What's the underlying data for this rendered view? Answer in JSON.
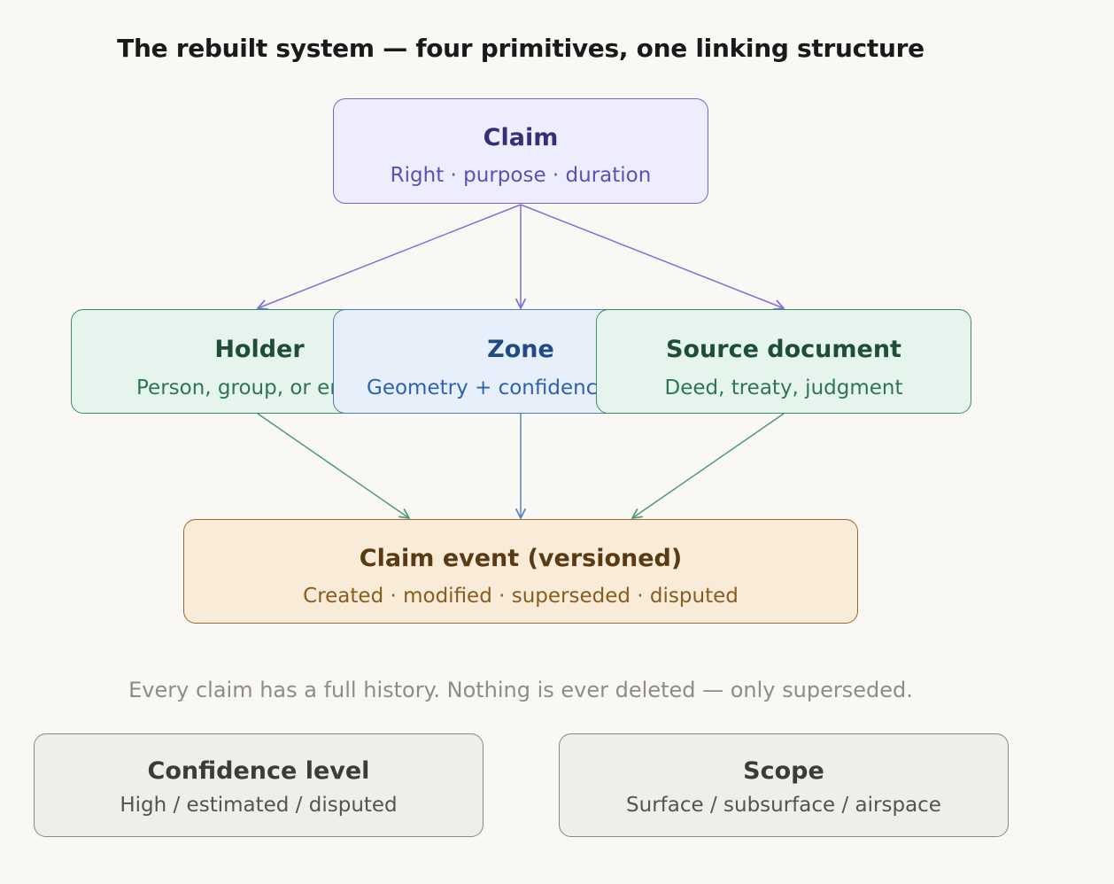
{
  "title": "The rebuilt system — four primitives, one linking structure",
  "nodes": {
    "claim": {
      "name": "Claim",
      "desc": "Right · purpose · duration"
    },
    "holder": {
      "name": "Holder",
      "desc": "Person, group, or entity"
    },
    "zone": {
      "name": "Zone",
      "desc": "Geometry + confidence"
    },
    "source": {
      "name": "Source document",
      "desc": "Deed, treaty, judgment"
    },
    "event": {
      "name": "Claim event (versioned)",
      "desc": "Created · modified · superseded · disputed"
    },
    "confidence": {
      "name": "Confidence level",
      "desc": "High / estimated / disputed"
    },
    "scope": {
      "name": "Scope",
      "desc": "Surface / subsurface / airspace"
    }
  },
  "caption": "Every claim has a full history. Nothing is ever deleted — only superseded.",
  "colors": {
    "claim_edge": "#7a73d6",
    "green_edge": "#4f9a76",
    "blue_edge": "#5b85c4"
  }
}
